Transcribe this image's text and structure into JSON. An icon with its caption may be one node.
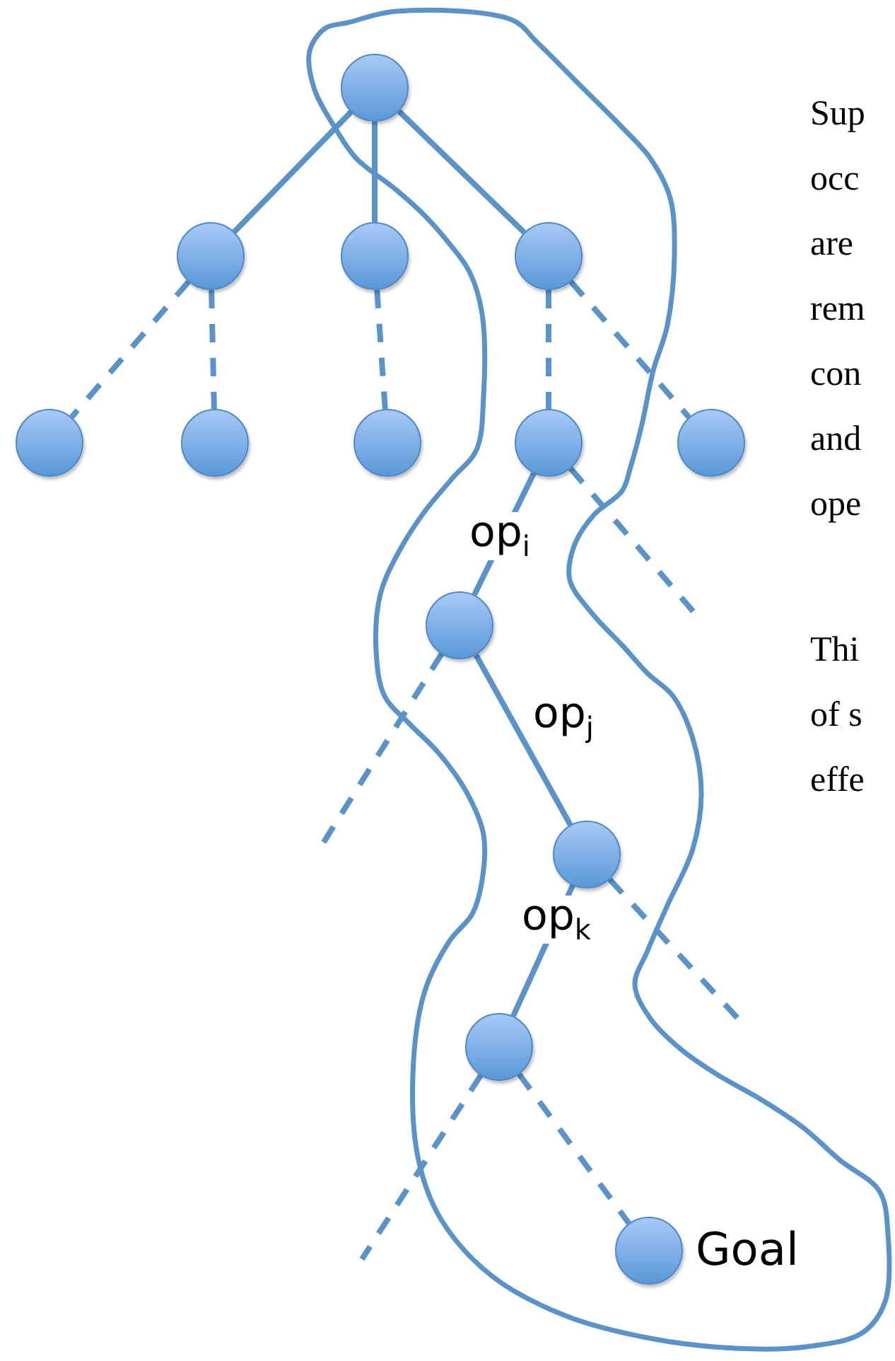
{
  "diagram": {
    "nodes": [
      {
        "text": [],
        "shape": "circle"
      },
      {
        "text": [],
        "shape": "circle"
      },
      {
        "text": [],
        "shape": "circle"
      },
      {
        "text": [],
        "shape": "circle"
      },
      {
        "text": [],
        "shape": "circle"
      },
      {
        "text": [],
        "shape": "circle"
      },
      {
        "text": [],
        "shape": "circle"
      },
      {
        "text": [],
        "shape": "circle"
      },
      {
        "text": [],
        "shape": "circle"
      },
      {
        "text": [],
        "shape": "circle"
      },
      {
        "text": [],
        "shape": "circle"
      },
      {
        "text": [],
        "shape": "circle"
      },
      {
        "text": [],
        "shape": "circle",
        "beside": [
          "Goal"
        ]
      }
    ],
    "edges": [
      {
        "from": 0,
        "to": 1,
        "arrow": "none"
      },
      {
        "from": 0,
        "to": 2,
        "arrow": "none"
      },
      {
        "from": 0,
        "to": 3,
        "arrow": "none"
      },
      {
        "from": 1,
        "to": 4,
        "arrow": "none",
        "style": "dashed"
      },
      {
        "from": 1,
        "to": 5,
        "arrow": "none",
        "style": "dashed"
      },
      {
        "from": 2,
        "to": 6,
        "arrow": "none",
        "style": "dashed"
      },
      {
        "from": 3,
        "to": 7,
        "arrow": "none",
        "style": "dashed"
      },
      {
        "from": 3,
        "to": 8,
        "arrow": "none",
        "style": "dashed"
      },
      {
        "from": 7,
        "to": 9,
        "arrow": "none",
        "label": "op$_{i}$"
      },
      {
        "from": 7,
        "to": null,
        "arrow": "none",
        "style": "dashed"
      },
      {
        "from": 9,
        "to": 10,
        "arrow": "none",
        "label": "op$_{j}$"
      },
      {
        "from": 9,
        "to": null,
        "arrow": "none",
        "style": "dashed"
      },
      {
        "from": 10,
        "to": 11,
        "arrow": "none",
        "label": "op$_{k}$"
      },
      {
        "from": 10,
        "to": null,
        "arrow": "none",
        "style": "dashed"
      },
      {
        "from": 11,
        "to": 12,
        "arrow": "none",
        "style": "dashed"
      },
      {
        "from": 11,
        "to": null,
        "arrow": "none",
        "style": "dashed"
      }
    ],
    "labels": [
      "Sup",
      "occ",
      "are",
      "rem",
      "con",
      "and",
      "ope",
      "Thi",
      "of s",
      "effe"
    ]
  }
}
